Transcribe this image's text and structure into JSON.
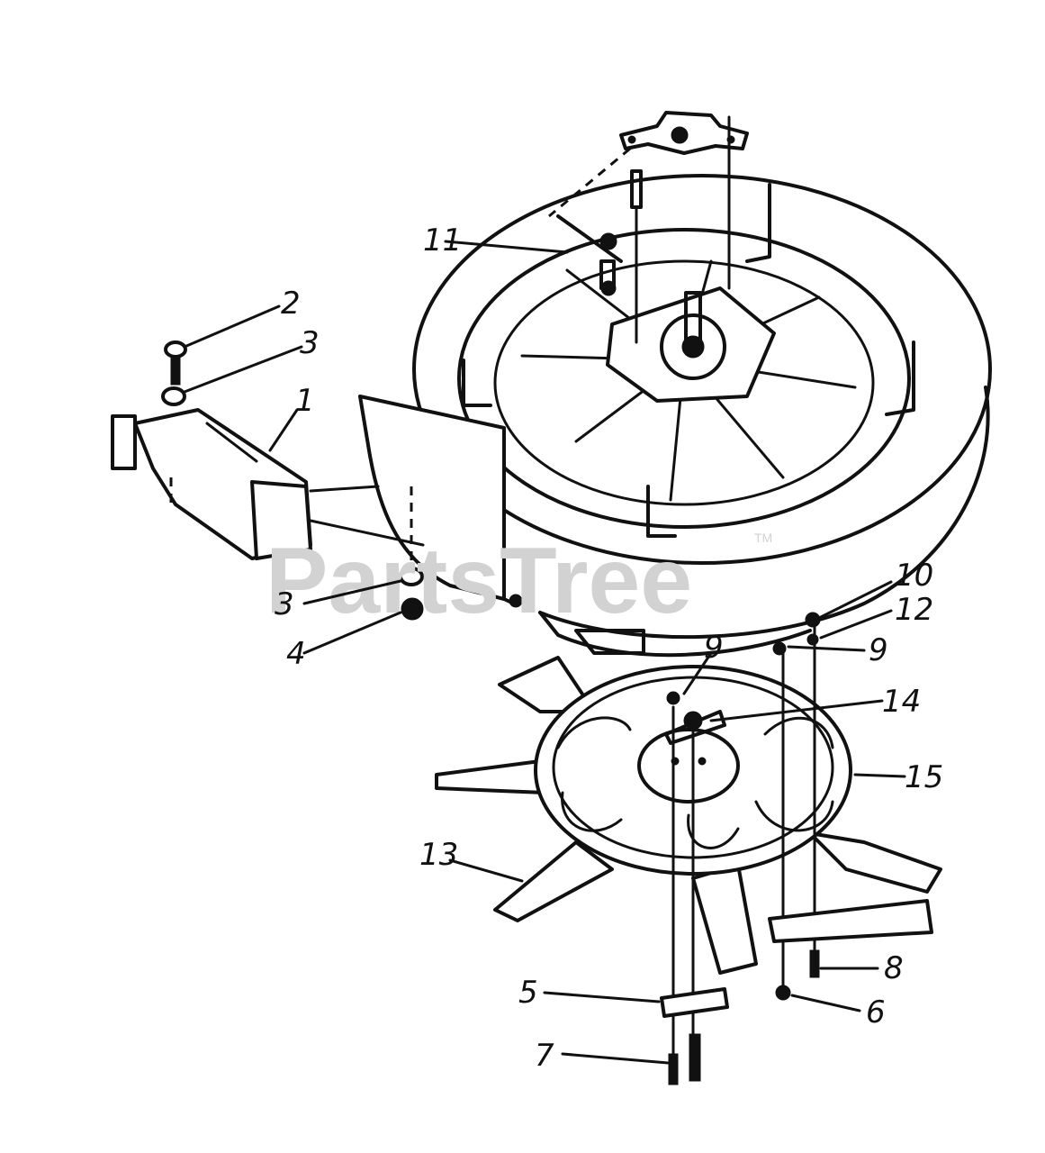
{
  "watermark": {
    "text": "PartsTree",
    "trademark": "TM"
  },
  "callouts": [
    {
      "id": "c1",
      "label": "1"
    },
    {
      "id": "c2",
      "label": "2"
    },
    {
      "id": "c3a",
      "label": "3"
    },
    {
      "id": "c3b",
      "label": "3"
    },
    {
      "id": "c4",
      "label": "4"
    },
    {
      "id": "c5",
      "label": "5"
    },
    {
      "id": "c6",
      "label": "6"
    },
    {
      "id": "c7",
      "label": "7"
    },
    {
      "id": "c8",
      "label": "8"
    },
    {
      "id": "c9a",
      "label": "9"
    },
    {
      "id": "c9b",
      "label": "9"
    },
    {
      "id": "c10",
      "label": "10"
    },
    {
      "id": "c11",
      "label": "11"
    },
    {
      "id": "c12",
      "label": "12"
    },
    {
      "id": "c13",
      "label": "13"
    },
    {
      "id": "c14",
      "label": "14"
    },
    {
      "id": "c15",
      "label": "15"
    }
  ]
}
